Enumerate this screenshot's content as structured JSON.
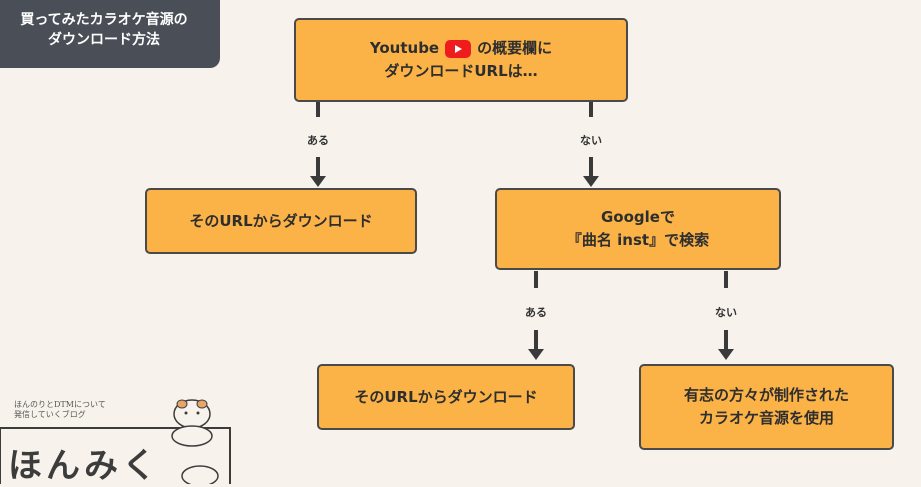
{
  "title": {
    "line1": "買ってみたカラオケ音源の",
    "line2": "ダウンロード方法"
  },
  "nodes": {
    "start": {
      "line1_before": "Youtube",
      "line1_after": "の概要欄に",
      "line2": "ダウンロードURLは…"
    },
    "download1": {
      "label": "そのURLからダウンロード"
    },
    "google": {
      "line1": "Googleで",
      "line2": "『曲名 inst』で検索"
    },
    "download2": {
      "label": "そのURLからダウンロード"
    },
    "fan_made": {
      "line1": "有志の方々が制作された",
      "line2": "カラオケ音源を使用"
    }
  },
  "edges": {
    "start_yes": "ある",
    "start_no": "ない",
    "google_yes": "ある",
    "google_no": "ない"
  },
  "logo": {
    "tagline": "ほんのりとDTMについて\n発信していくブログ",
    "name": "ほんみく",
    "icon": "hamster-icon"
  },
  "icons": {
    "youtube": "youtube-play-icon"
  },
  "colors": {
    "background": "#f7f3ec",
    "box_fill": "#fbb348",
    "box_border": "#4a4a4a",
    "badge": "#4a4f57",
    "youtube_red": "#ee1c1c"
  }
}
